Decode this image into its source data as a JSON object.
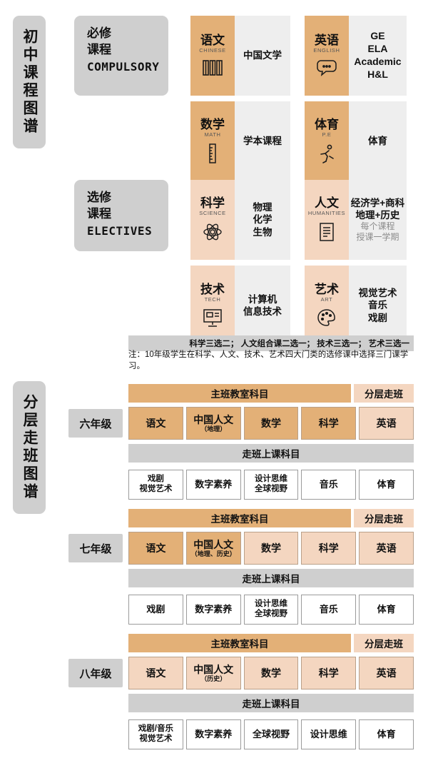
{
  "sections": {
    "top_label": "初中课程图谱",
    "bottom_label": "分层走班图谱"
  },
  "categories": {
    "compulsory": {
      "line1": "必修",
      "line2": "课程",
      "en": "COMPULSORY"
    },
    "electives": {
      "line1": "选修",
      "line2": "课程",
      "en": "ELECTIVES"
    }
  },
  "compulsory_cards": [
    {
      "cn": "语文",
      "en": "CHINESE",
      "icon": "books-icon",
      "content": "中国文学",
      "sub": ""
    },
    {
      "cn": "数学",
      "en": "MATH",
      "icon": "ruler-icon",
      "content": "学本课程",
      "sub": ""
    },
    {
      "cn": "英语",
      "en": "ENGLISH",
      "icon": "speech-bubble-icon",
      "content": "GE\nELA\nAcademic\nH&L",
      "sub": ""
    },
    {
      "cn": "体育",
      "en": "P.E",
      "icon": "runner-icon",
      "content": "体育",
      "sub": ""
    }
  ],
  "elective_cards": [
    {
      "cn": "科学",
      "en": "SCIENCE",
      "icon": "atom-icon",
      "content": "物理\n化学\n生物",
      "sub": ""
    },
    {
      "cn": "技术",
      "en": "TECH",
      "icon": "computer-icon",
      "content": "计算机\n信息技术",
      "sub": ""
    },
    {
      "cn": "人文",
      "en": "HUMANITIES",
      "icon": "scroll-icon",
      "content": "经济学+商科\n地理+历史",
      "sub": "每个课程\n授课一学期"
    },
    {
      "cn": "艺术",
      "en": "ART",
      "icon": "palette-icon",
      "content": "视觉艺术\n音乐\n戏剧",
      "sub": ""
    }
  ],
  "notes": {
    "rule": "科学三选二； 人文组合课二选一； 技术三选一； 艺术三选一",
    "footnote": "注：10年级学生在科学、人文、技术、艺术四大门类的选修课中选择三门课学习。"
  },
  "grade_headers": {
    "main_label": "主班教室科目",
    "split_label": "分层走班",
    "rotation_label": "走班上课科目"
  },
  "grades": [
    {
      "label": "六年级",
      "main": [
        {
          "name": "语文",
          "note": "",
          "tone": "o"
        },
        {
          "name": "中国人文",
          "note": "（地理）",
          "tone": "o"
        },
        {
          "name": "数学",
          "note": "",
          "tone": "o"
        },
        {
          "name": "科学",
          "note": "",
          "tone": "o"
        },
        {
          "name": "英语",
          "note": "",
          "tone": "p"
        }
      ],
      "rotation": [
        "戏剧\n视觉艺术",
        "数字素养",
        "设计思维\n全球视野",
        "音乐",
        "体育"
      ]
    },
    {
      "label": "七年级",
      "main": [
        {
          "name": "语文",
          "note": "",
          "tone": "o"
        },
        {
          "name": "中国人文",
          "note": "（地理、历史）",
          "tone": "o"
        },
        {
          "name": "数学",
          "note": "",
          "tone": "p"
        },
        {
          "name": "科学",
          "note": "",
          "tone": "p"
        },
        {
          "name": "英语",
          "note": "",
          "tone": "p"
        }
      ],
      "rotation": [
        "戏剧",
        "数字素养",
        "设计思维\n全球视野",
        "音乐",
        "体育"
      ]
    },
    {
      "label": "八年级",
      "main": [
        {
          "name": "语文",
          "note": "",
          "tone": "p"
        },
        {
          "name": "中国人文",
          "note": "（历史）",
          "tone": "p"
        },
        {
          "name": "数学",
          "note": "",
          "tone": "p"
        },
        {
          "name": "科学",
          "note": "",
          "tone": "p"
        },
        {
          "name": "英语",
          "note": "",
          "tone": "p"
        }
      ],
      "rotation": [
        "戏剧/音乐\n视觉艺术",
        "数字素养",
        "全球视野",
        "设计思维",
        "体育"
      ]
    }
  ],
  "colors": {
    "orange": "#e3b077",
    "peach": "#f4d6c0",
    "gray": "#cfcfcf",
    "light_gray": "#eeeeee"
  }
}
